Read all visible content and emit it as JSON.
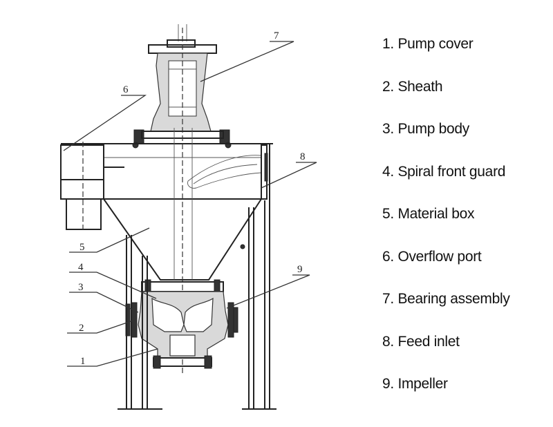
{
  "legend": [
    "1. Pump cover",
    "2. Sheath",
    "3. Pump body",
    "4. Spiral front guard",
    "5. Material box",
    "6. Overflow port",
    "7. Bearing assembly",
    "8. Feed inlet",
    "9. Impeller"
  ],
  "callouts": [
    "1",
    "2",
    "3",
    "4",
    "5",
    "6",
    "7",
    "8",
    "9"
  ],
  "colors": {
    "line": "#333333",
    "text": "#111111",
    "background": "#ffffff"
  }
}
